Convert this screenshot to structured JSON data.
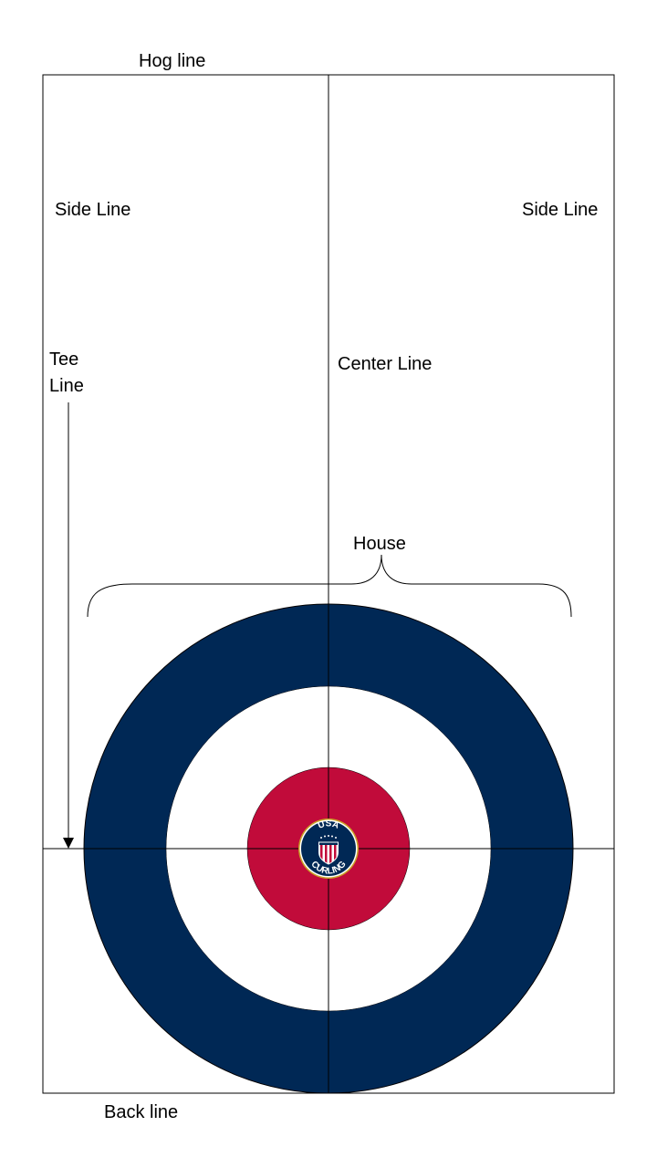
{
  "labels": {
    "hog_line": "Hog line",
    "side_line_left": "Side Line",
    "side_line_right": "Side Line",
    "tee_line_1": "Tee",
    "tee_line_2": "Line",
    "center_line": "Center Line",
    "house": "House",
    "back_line": "Back line"
  },
  "logo": {
    "top_text": "USA",
    "bottom_text": "CURLING"
  },
  "colors": {
    "outer_ring": "#002855",
    "inner_ring": "#ffffff",
    "button": "#C10B3A",
    "logo_navy": "#002855",
    "logo_gold": "#C9A227",
    "line": "#000000"
  }
}
